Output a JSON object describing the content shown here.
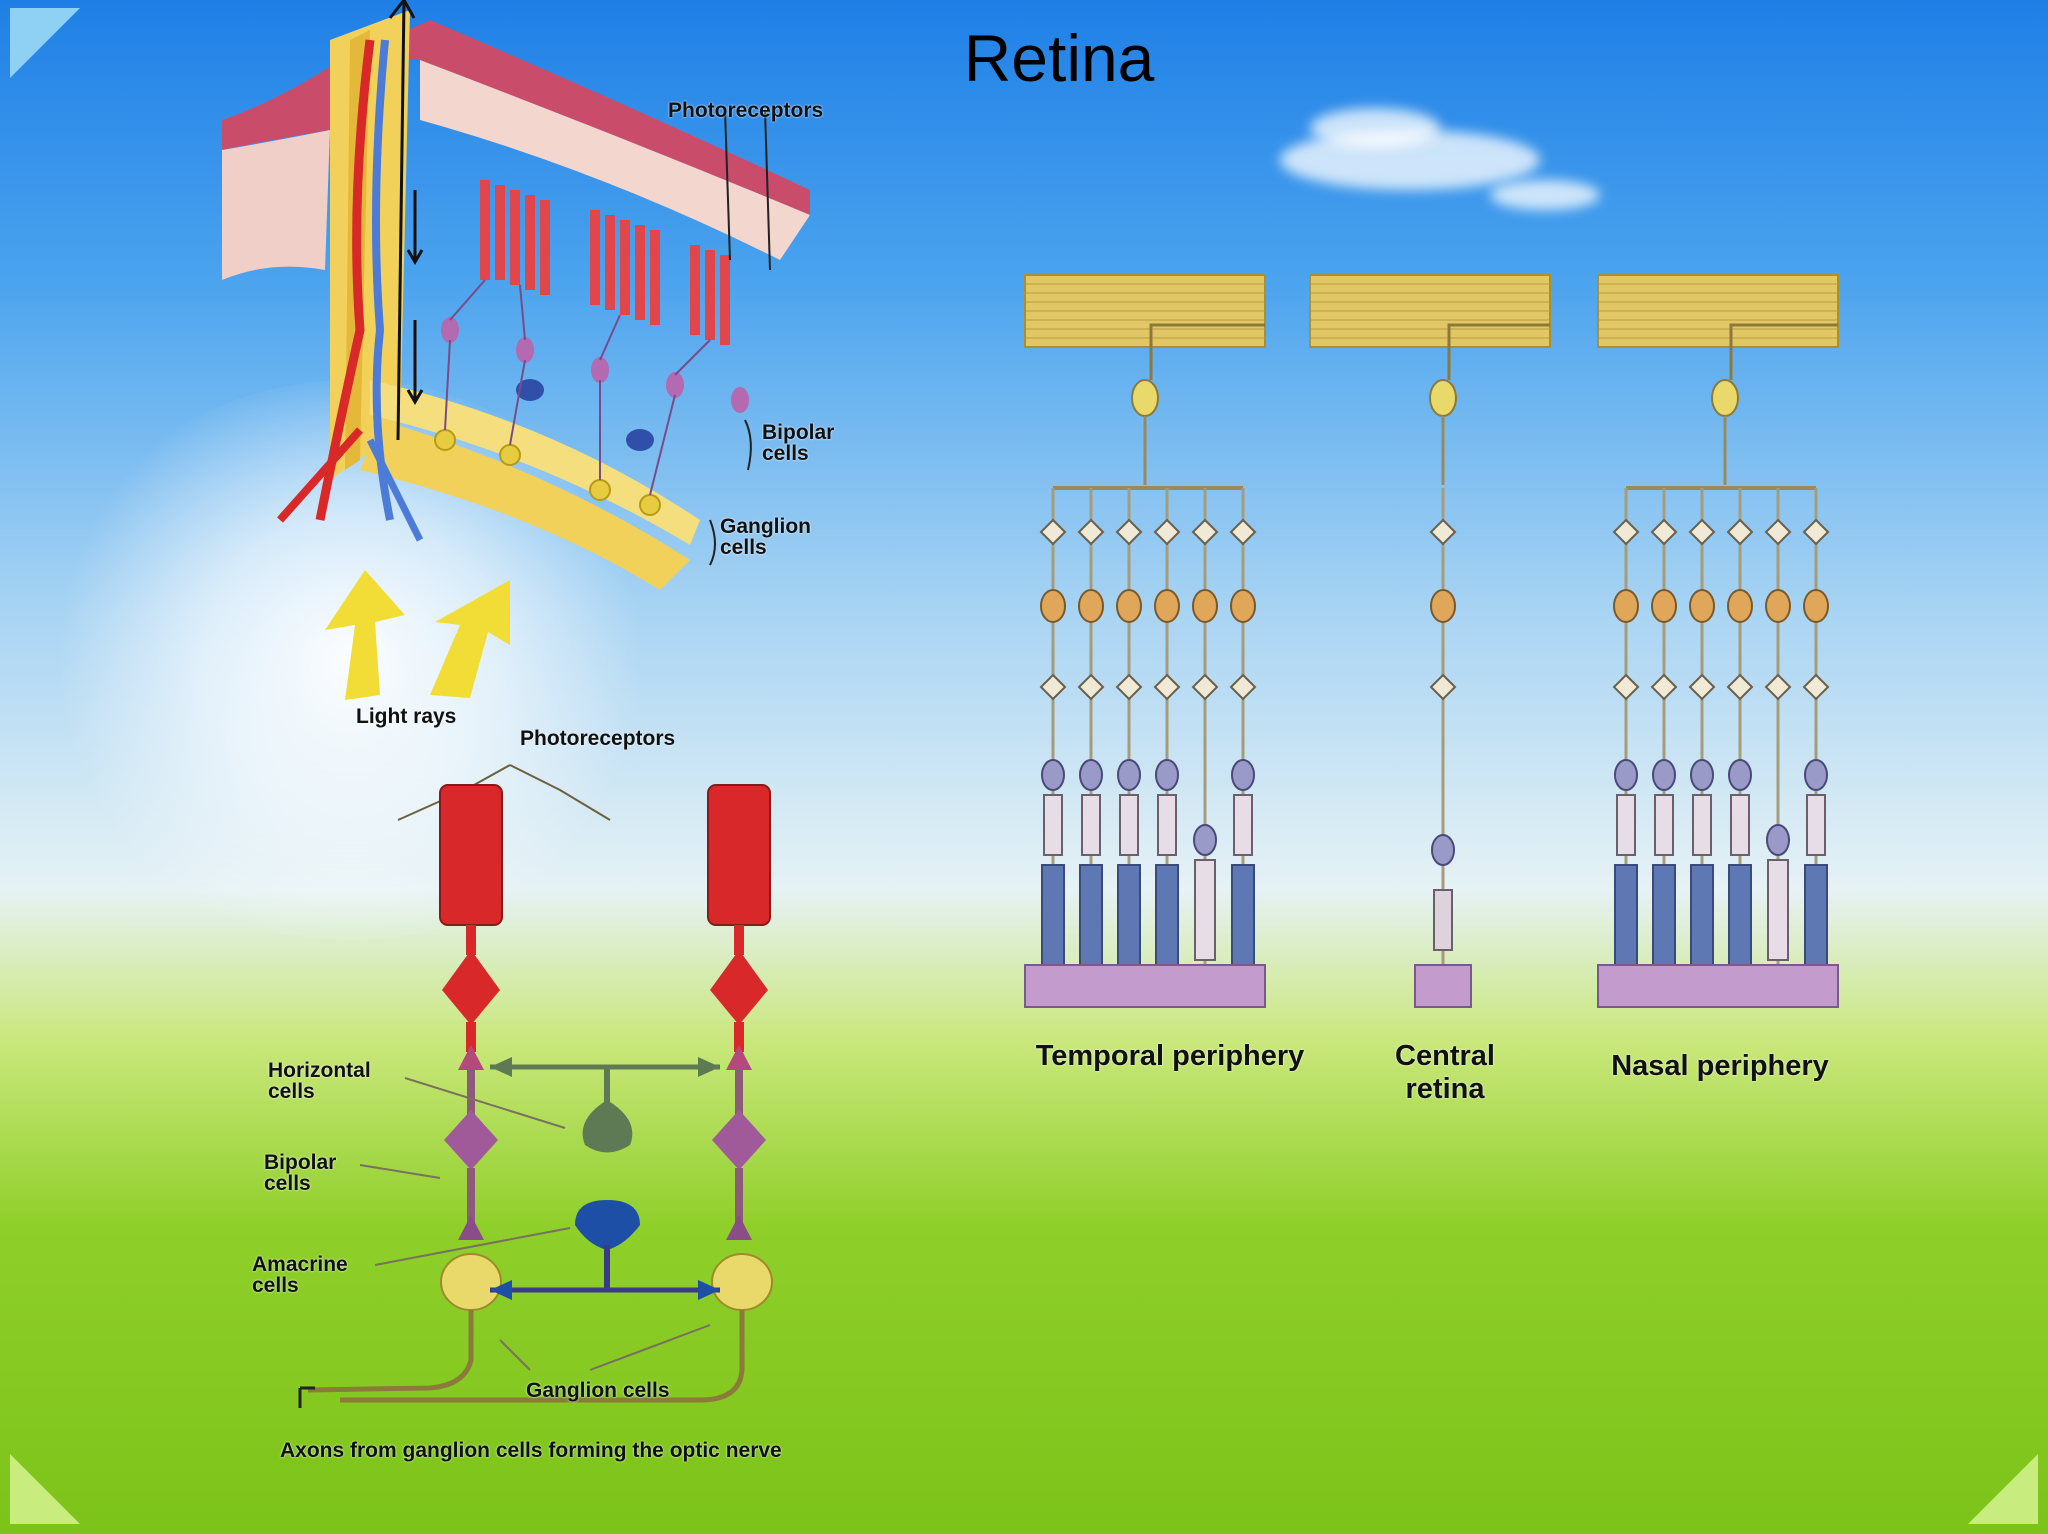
{
  "slide": {
    "title": "Retina"
  },
  "top_diagram": {
    "labels": {
      "photoreceptors": "Photoreceptors",
      "bipolar": "Bipolar cells",
      "ganglion": "Ganglion cells",
      "light_rays": "Light rays"
    }
  },
  "circuit_diagram": {
    "labels": {
      "photoreceptors": "Photoreceptors",
      "horizontal": "Horizontal cells",
      "bipolar": "Bipolar cells",
      "amacrine": "Amacrine cells",
      "ganglion": "Ganglion cells",
      "axons": "Axons from ganglion cells forming the optic nerve"
    }
  },
  "regions_diagram": {
    "panels": [
      {
        "label": "Temporal periphery"
      },
      {
        "label": "Central retina"
      },
      {
        "label": "Nasal periphery"
      }
    ]
  },
  "colors": {
    "photoreceptor_red": "#d8282a",
    "horizontal_green": "#5e7a55",
    "bipolar_purple": "#a05a9a",
    "amacrine_blue": "#1e4fa6",
    "ganglion_yellow": "#e8d96a"
  }
}
